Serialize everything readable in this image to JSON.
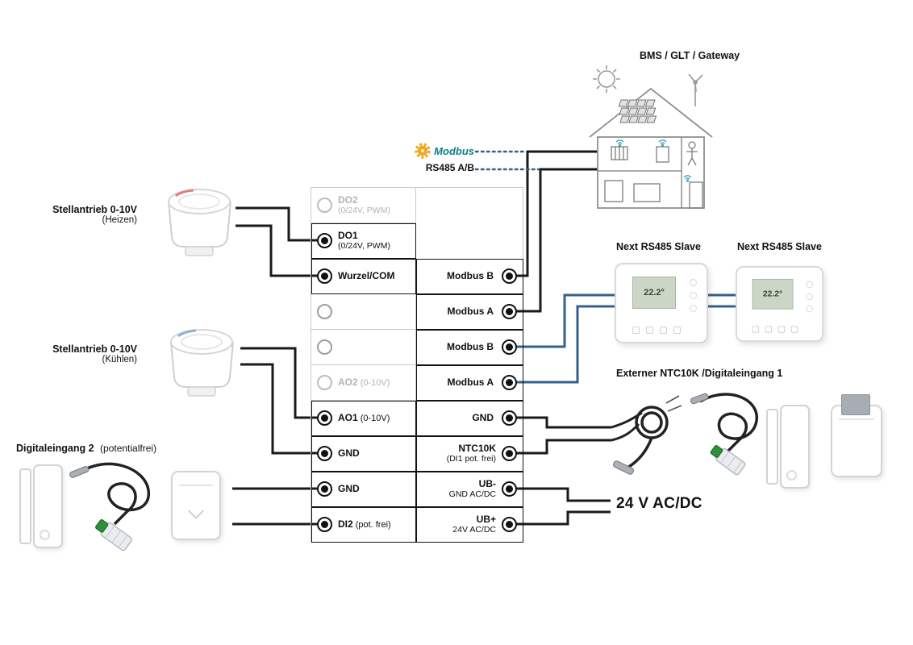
{
  "colors": {
    "wire_black": "#1a1a1a",
    "wire_blue": "#33608c",
    "modbus_orange": "#f3a71e",
    "modbus_teal": "#0d7f8a",
    "actuator_heat_accent": "#dd8277",
    "actuator_cool_accent": "#8fb0d9"
  },
  "labels": {
    "actuator_heat_title": "Stellantrieb 0-10V",
    "actuator_heat_sub": "(Heizen)",
    "actuator_cool_title": "Stellantrieb 0-10V",
    "actuator_cool_sub": "(Kühlen)",
    "digital_input2_title": "Digitaleingang 2",
    "digital_input2_sub": "(potentialfrei)",
    "bms_gateway": "BMS / GLT / Gateway",
    "modbus_logo": "Modbus",
    "rs485": "RS485 A/B",
    "next_slave_left": "Next RS485 Slave",
    "next_slave_right": "Next RS485 Slave",
    "external_input": "Externer NTC10K /Digitaleingang 1",
    "power_supply": "24 V AC/DC",
    "thermostat_temp": "22.2°"
  },
  "terminal_block": {
    "left_rows": [
      {
        "label": "DO2",
        "sub": "(0/24V, PWM)",
        "state": "disabled"
      },
      {
        "label": "DO1",
        "sub": "(0/24V, PWM)",
        "state": "active"
      },
      {
        "label": "Wurzel/COM",
        "sub": "",
        "state": "active"
      },
      {
        "label": "",
        "sub": "",
        "state": "empty"
      },
      {
        "label": "",
        "sub": "",
        "state": "empty"
      },
      {
        "label": "AO2",
        "sub": "(0-10V)",
        "state": "disabled"
      },
      {
        "label": "AO1",
        "sub": "(0-10V)",
        "state": "active"
      },
      {
        "label": "GND",
        "sub": "",
        "state": "active"
      },
      {
        "label": "GND",
        "sub": "",
        "state": "active"
      },
      {
        "label": "DI2",
        "sub": "(pot. frei)",
        "state": "active"
      }
    ],
    "right_rows": [
      {
        "label": "",
        "sub": "",
        "state": "blank"
      },
      {
        "label": "",
        "sub": "",
        "state": "blank"
      },
      {
        "label": "Modbus B",
        "sub": "",
        "state": "active"
      },
      {
        "label": "Modbus A",
        "sub": "",
        "state": "active"
      },
      {
        "label": "Modbus B",
        "sub": "",
        "state": "active"
      },
      {
        "label": "Modbus A",
        "sub": "",
        "state": "active"
      },
      {
        "label": "GND",
        "sub": "",
        "state": "active"
      },
      {
        "label": "NTC10K",
        "sub": "(DI1 pot. frei)",
        "state": "active"
      },
      {
        "label": "UB-",
        "sub": "GND AC/DC",
        "state": "active"
      },
      {
        "label": "UB+",
        "sub": "24V AC/DC",
        "state": "active"
      }
    ]
  }
}
